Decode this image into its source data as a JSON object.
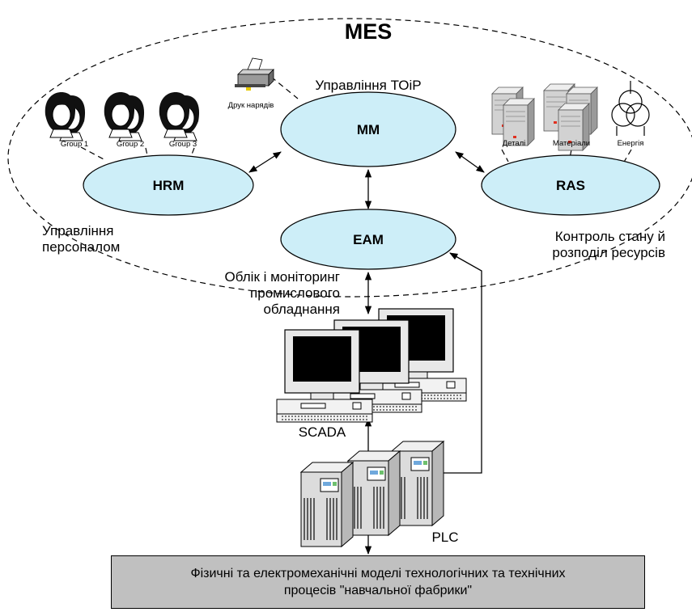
{
  "title": "MES",
  "nodes": {
    "mm": "MM",
    "hrm": "HRM",
    "ras": "RAS",
    "eam": "EAM"
  },
  "labels": {
    "tor": "Управління ТОіР",
    "print": "Друк нарядів",
    "group1": "Group 1",
    "group2": "Group 2",
    "group3": "Group 3",
    "details": "Деталі",
    "materials": "Матеріали",
    "energy": "Енергія",
    "hr_line1": "Управління",
    "hr_line2": "персоналом",
    "res_line1": "Контроль стану й",
    "res_line2": "розподіл ресурсів",
    "eq_line1": "Облік і моніторинг",
    "eq_line2": "промислового",
    "eq_line3": "обладнання",
    "scada": "SCADA",
    "plc": "PLC"
  },
  "footer": {
    "line1": "Фізичні та електромеханічні моделі технологічних та технічних",
    "line2": "процесів \"навчальної фабрики\""
  },
  "colors": {
    "node_fill": "#cdeef8",
    "footer_fill": "#c0c0c0",
    "server_fill": "#d0d0d0",
    "server_led": "#e03020"
  },
  "icons": [
    "person-icon",
    "printer-icon",
    "server-icon",
    "transformer-icon",
    "computer-icon",
    "plc-cabinet-icon"
  ]
}
